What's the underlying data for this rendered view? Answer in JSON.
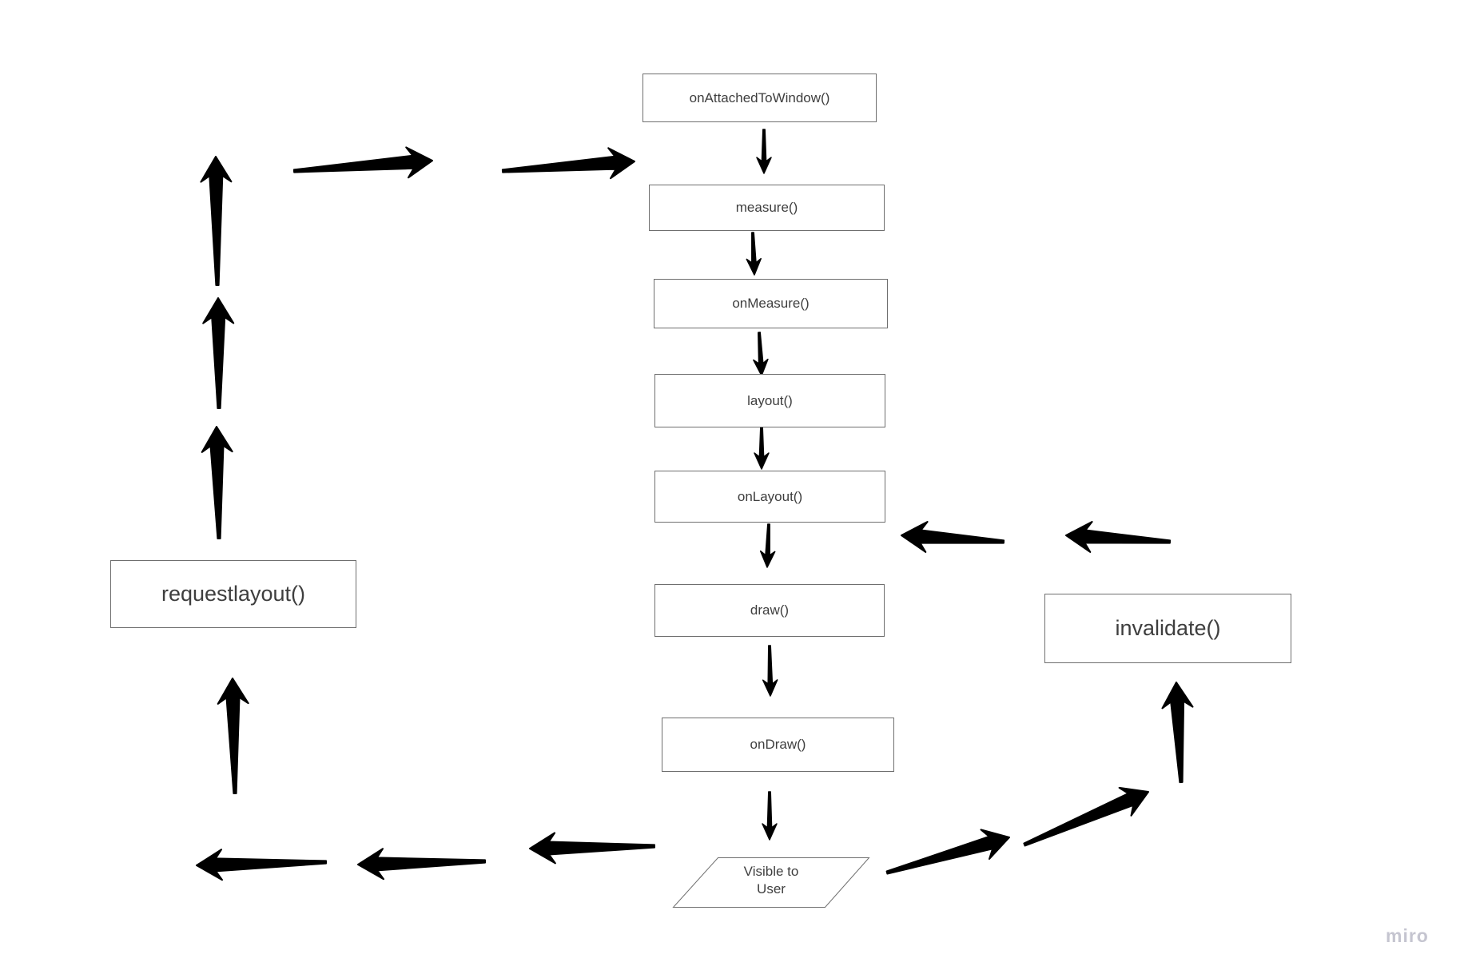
{
  "app": {
    "watermark": "miro"
  },
  "colors": {
    "arrow": "#000000",
    "box_border": "#6f6f6f",
    "box_text": "#3e3e3e",
    "watermark": "#c5c5d0"
  },
  "nodes": {
    "on_attached": {
      "label": "onAttachedToWindow()"
    },
    "measure": {
      "label": "measure()"
    },
    "on_measure": {
      "label": "onMeasure()"
    },
    "layout": {
      "label": "layout()"
    },
    "on_layout": {
      "label": "onLayout()"
    },
    "draw": {
      "label": "draw()"
    },
    "on_draw": {
      "label": "onDraw()"
    },
    "visible_to_user": {
      "label": "Visible to\nUser"
    },
    "request_layout": {
      "label": "requestlayout()"
    },
    "invalidate": {
      "label": "invalidate()"
    }
  },
  "edges": [
    {
      "from": "onAttachedToWindow()",
      "to": "measure()"
    },
    {
      "from": "measure()",
      "to": "onMeasure()"
    },
    {
      "from": "onMeasure()",
      "to": "layout()"
    },
    {
      "from": "layout()",
      "to": "onLayout()"
    },
    {
      "from": "onLayout()",
      "to": "draw()"
    },
    {
      "from": "draw()",
      "to": "onDraw()"
    },
    {
      "from": "onDraw()",
      "to": "Visible to User"
    },
    {
      "from": "Visible to User",
      "to": "requestlayout()"
    },
    {
      "from": "requestlayout()",
      "to": "measure()"
    },
    {
      "from": "Visible to User",
      "to": "invalidate()"
    },
    {
      "from": "invalidate()",
      "to": "onLayout()"
    }
  ]
}
